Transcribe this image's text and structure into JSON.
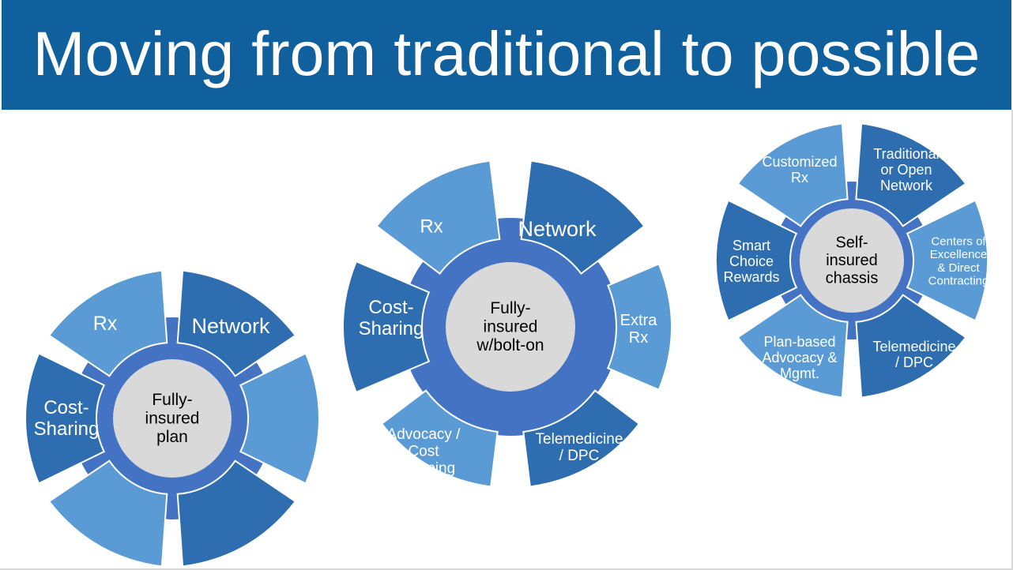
{
  "title": "Moving from traditional to possible",
  "colors": {
    "title_bg": "#11609e",
    "light_petal": "#5b9bd5",
    "dark_petal": "#2e6eb0",
    "ring": "#4473c4",
    "hub": "#d9d9d9"
  },
  "wheels": [
    {
      "id": "fully-insured-plan",
      "hub_lines": [
        "Fully-",
        "insured",
        "plan"
      ],
      "petals": [
        {
          "lines": [
            "Rx"
          ],
          "shade": "light"
        },
        {
          "lines": [
            "Network"
          ],
          "shade": "dark"
        },
        {
          "lines": [],
          "shade": "light"
        },
        {
          "lines": [],
          "shade": "dark"
        },
        {
          "lines": [],
          "shade": "light"
        },
        {
          "lines": [
            "Cost-",
            "Sharing"
          ],
          "shade": "dark"
        }
      ]
    },
    {
      "id": "fully-insured-bolt-on",
      "hub_lines": [
        "Fully-",
        "insured",
        "w/bolt-on"
      ],
      "petals": [
        {
          "lines": [
            "Rx"
          ],
          "shade": "light"
        },
        {
          "lines": [
            "Network"
          ],
          "shade": "dark"
        },
        {
          "lines": [
            "Extra",
            "Rx"
          ],
          "shade": "light"
        },
        {
          "lines": [
            "Telemedicine",
            "/ DPC"
          ],
          "shade": "dark"
        },
        {
          "lines": [
            "Advocacy /",
            "Cost",
            "Shopping"
          ],
          "shade": "light"
        },
        {
          "lines": [
            "Cost-",
            "Sharing"
          ],
          "shade": "dark"
        }
      ]
    },
    {
      "id": "self-insured-chassis",
      "hub_lines": [
        "Self-",
        "insured",
        "chassis"
      ],
      "petals": [
        {
          "lines": [
            "Customized",
            "Rx"
          ],
          "shade": "light"
        },
        {
          "lines": [
            "Traditional",
            "or Open",
            "Network"
          ],
          "shade": "dark"
        },
        {
          "lines": [
            "Centers of",
            "Excellence",
            "& Direct",
            "Contracting"
          ],
          "shade": "light"
        },
        {
          "lines": [
            "Telemedicine",
            "/ DPC"
          ],
          "shade": "dark"
        },
        {
          "lines": [
            "Plan-based",
            "Advocacy &",
            "Mgmt."
          ],
          "shade": "light"
        },
        {
          "lines": [
            "Smart",
            "Choice",
            "Rewards"
          ],
          "shade": "dark"
        }
      ]
    }
  ]
}
